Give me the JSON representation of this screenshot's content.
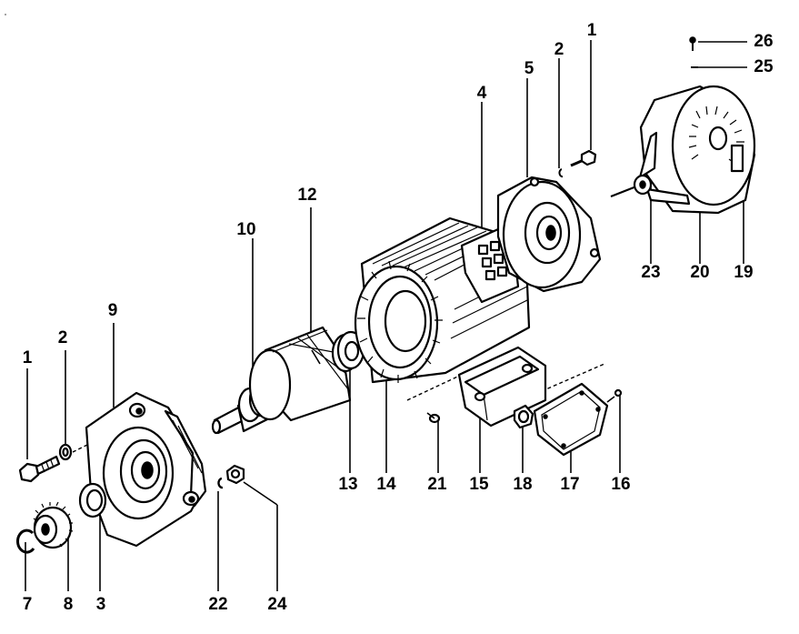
{
  "figure": {
    "callouts": {
      "c1_left": "1",
      "c2_left": "2",
      "c3": "3",
      "c7": "7",
      "c8": "8",
      "c9": "9",
      "c10": "10",
      "c12": "12",
      "c13": "13",
      "c14": "14",
      "c21": "21",
      "c15": "15",
      "c18": "18",
      "c17": "17",
      "c16": "16",
      "c22": "22",
      "c24": "24",
      "c4": "4",
      "c5": "5",
      "c2_right": "2",
      "c1_right": "1",
      "c26": "26",
      "c25": "25",
      "c23": "23",
      "c20": "20",
      "c19": "19"
    }
  }
}
